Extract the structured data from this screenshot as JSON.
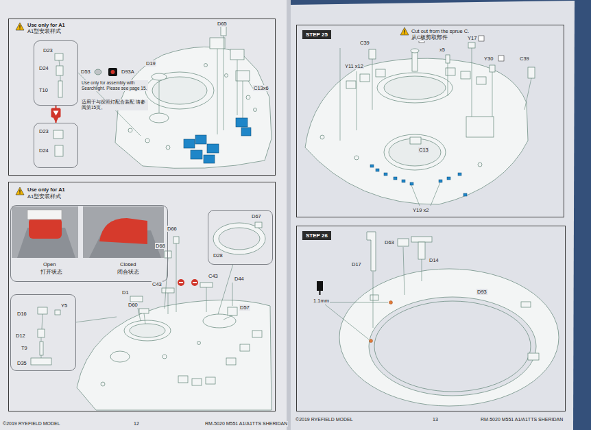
{
  "diagram": {
    "nodes": [
      {
        "text": [
          "Use only for A1",
          "A1型安装样式"
        ]
      },
      {
        "text": [
          "D23",
          "D24",
          "T10"
        ],
        "in": 0
      },
      {
        "text": [
          "D23",
          "D24"
        ],
        "in": 0
      },
      {
        "text": [
          "Use only for A1",
          "A1型安装样式"
        ]
      },
      {
        "text": [
          "Open",
          "打开状态",
          "Closed",
          "闭合状态"
        ],
        "in": 3
      },
      {
        "text": [
          "D16",
          "Y5",
          "D12",
          "T9",
          "D35"
        ],
        "in": 3
      },
      {
        "text": [
          "D67",
          "D28"
        ],
        "in": 3
      },
      {
        "text": [
          "STEP 25",
          "Cut out from the sprue C.",
          "从C板剪取部件"
        ]
      },
      {
        "text": [
          "STEP 26"
        ]
      }
    ],
    "edges": [
      {
        "from": 1,
        "to": 2,
        "arrow": "to"
      }
    ],
    "labels": [
      "D53",
      "D93A",
      "Use only for assembly with Searchlight. Please see page 15.",
      "适用于与探照灯配合装配 请参阅第15页。",
      "D19",
      "D65",
      "C13x6",
      "D1",
      "D60",
      "D66",
      "D68",
      "C43",
      "C43",
      "D44",
      "D57",
      "C39",
      "Y11 x12",
      "x5",
      "Y17",
      "Y30",
      "C39",
      "C13",
      "Y19 x2",
      "D17",
      "D63",
      "D14",
      "D93",
      "1.1mm",
      "©2019 RYEFIELD MODEL",
      "12",
      "RM-5020 M551 A1/A1TTS SHERIDAN",
      "©2019 RYEFIELD MODEL",
      "13",
      "RM-5020 M551 A1/A1TTS SHERIDAN"
    ]
  }
}
